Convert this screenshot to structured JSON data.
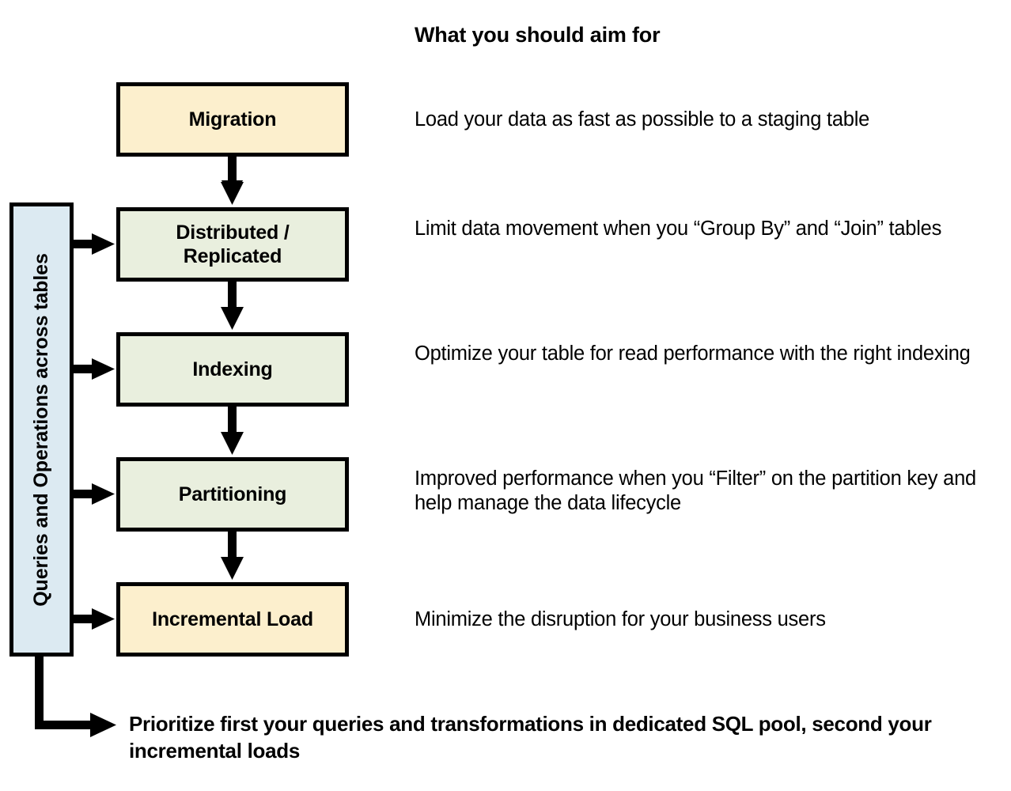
{
  "header": {
    "title": "What you should aim for"
  },
  "side_band": {
    "label": "Queries and Operations across tables",
    "fill": "#DCEAF2"
  },
  "colors": {
    "cream": "#FCEFCD",
    "green": "#E9EFDE",
    "blue": "#DCEAF2",
    "outline": "#000000",
    "text": "#000000"
  },
  "stages": [
    {
      "name": "migration",
      "label": "Migration",
      "fill": "#FCEFCD",
      "description": "Load your data as fast as possible to a staging table",
      "has_side_arrow": false
    },
    {
      "name": "distributed-replicated",
      "label": "Distributed /\nReplicated",
      "label_line1": "Distributed /",
      "label_line2": "Replicated",
      "fill": "#E9EFDE",
      "description": "Limit data movement when you “Group By” and “Join” tables",
      "has_side_arrow": true
    },
    {
      "name": "indexing",
      "label": "Indexing",
      "fill": "#E9EFDE",
      "description": "Optimize your table for read performance with the right indexing",
      "has_side_arrow": true
    },
    {
      "name": "partitioning",
      "label": "Partitioning",
      "fill": "#E9EFDE",
      "description": "Improved performance when you “Filter” on the partition key and help manage the data lifecycle",
      "has_side_arrow": true
    },
    {
      "name": "incremental-load",
      "label": "Incremental Load",
      "fill": "#FCEFCD",
      "description": "Minimize the disruption for your business users",
      "has_side_arrow": true
    }
  ],
  "footer": {
    "note": "Prioritize first your queries and transformations in dedicated SQL pool, second your incremental loads"
  }
}
